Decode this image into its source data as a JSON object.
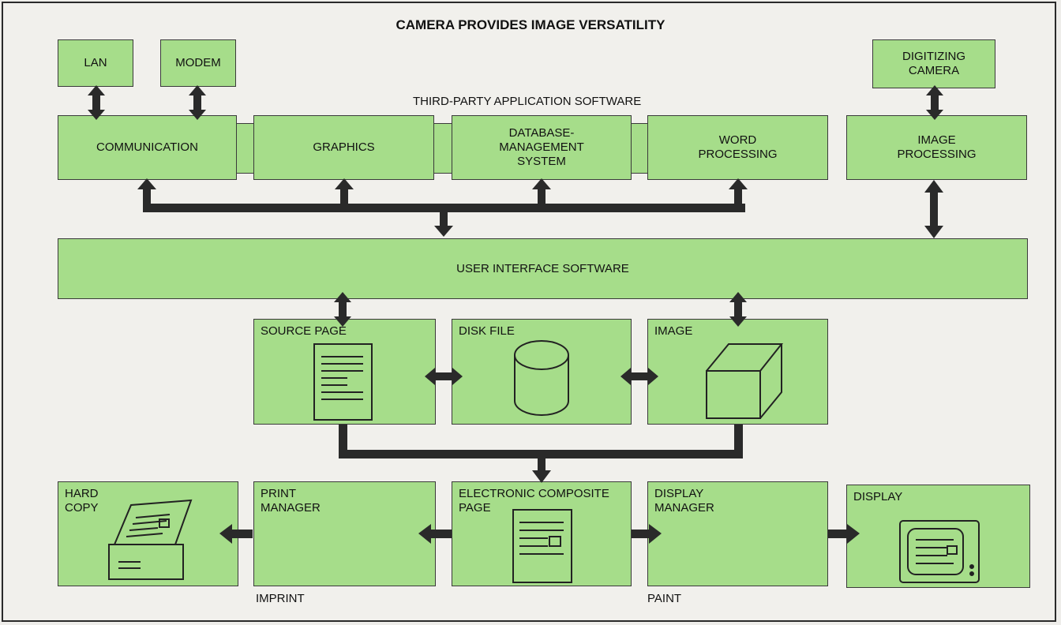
{
  "title": "CAMERA PROVIDES IMAGE VERSATILITY",
  "third_party_label": "THIRD-PARTY  APPLICATION SOFTWARE",
  "nodes": {
    "lan": "LAN",
    "modem": "MODEM",
    "digitizing_camera": "DIGITIZING\nCAMERA",
    "communication": "COMMUNICATION",
    "graphics": "GRAPHICS",
    "dbms": "DATABASE-\nMANAGEMENT\nSYSTEM",
    "word_processing": "WORD\nPROCESSING",
    "image_processing": "IMAGE\nPROCESSING",
    "user_interface": "USER INTERFACE SOFTWARE",
    "source_page": "SOURCE PAGE",
    "disk_file": "DISK FILE",
    "image": "IMAGE",
    "hard_copy": "HARD\nCOPY",
    "print_manager": "PRINT\nMANAGER",
    "composite_page": "ELECTRONIC COMPOSITE\nPAGE",
    "display_manager": "DISPLAY\nMANAGER",
    "display": "DISPLAY"
  },
  "captions": {
    "imprint": "IMPRINT",
    "paint": "PAINT"
  },
  "colors": {
    "box_fill": "#a6dd8a",
    "connector": "#2a2a2a",
    "background": "#f1f0ec"
  }
}
